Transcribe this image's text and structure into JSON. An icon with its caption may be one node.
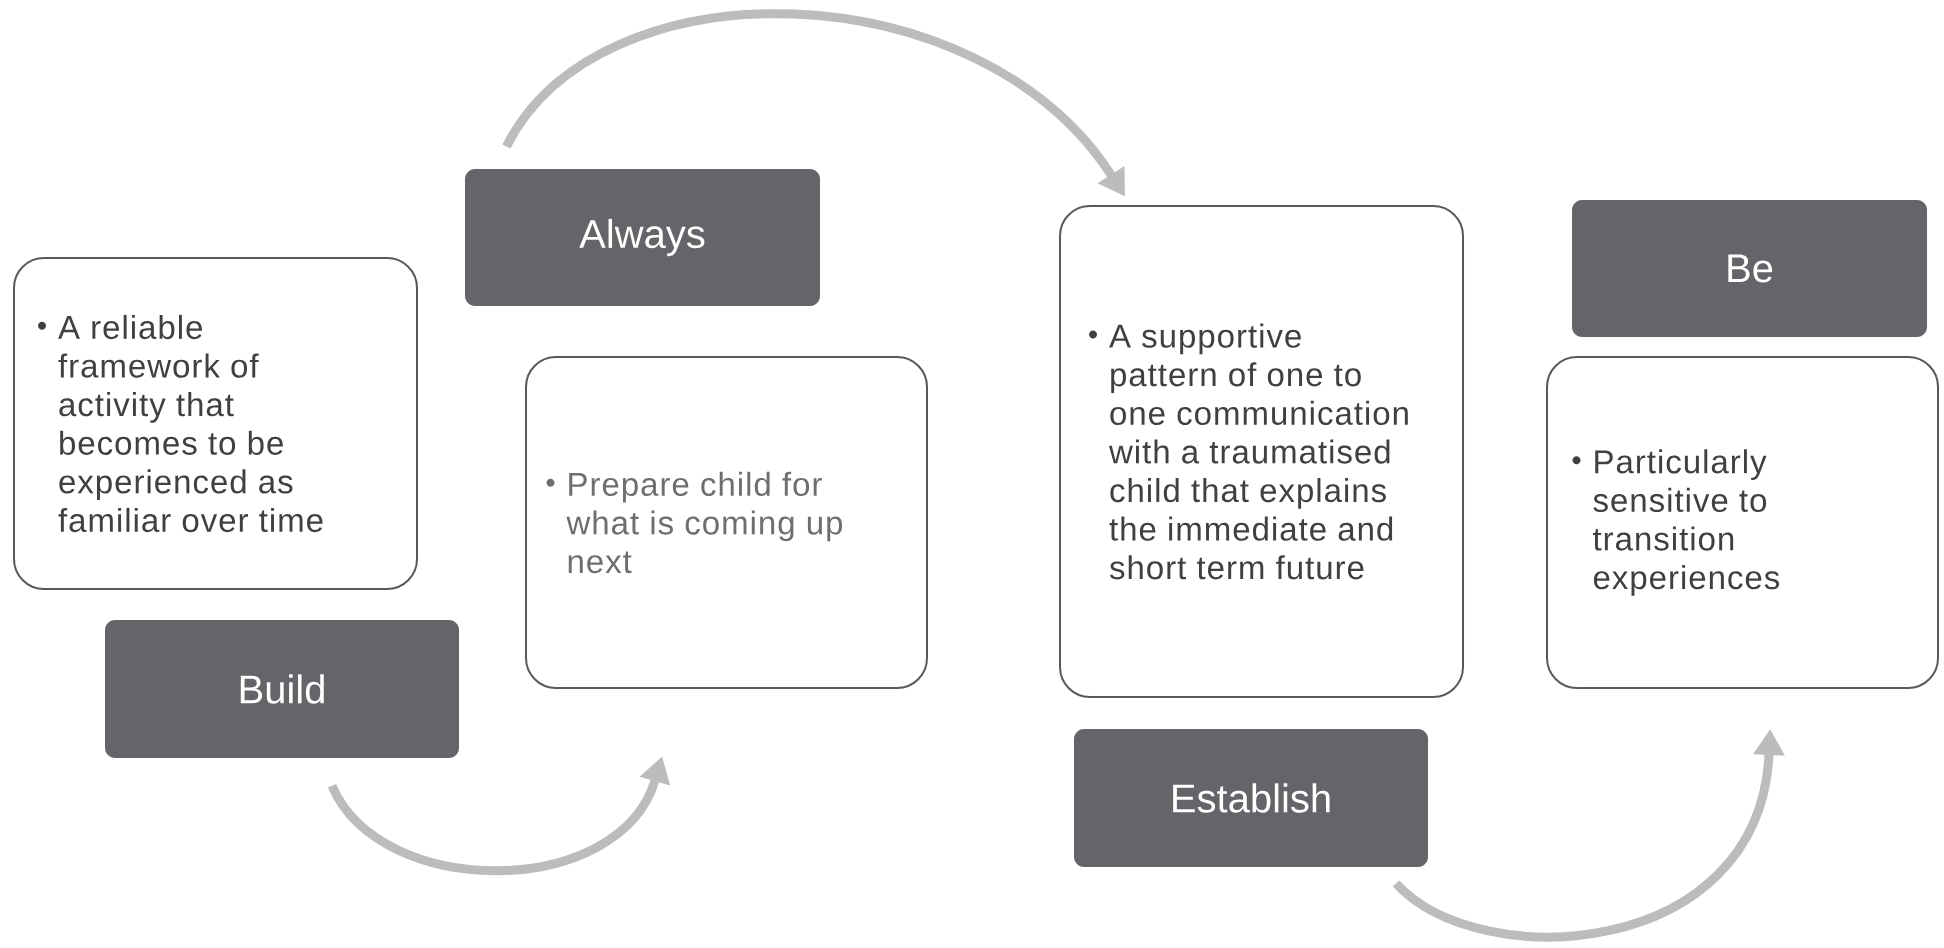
{
  "diagram": {
    "nodes": [
      {
        "text": [
          "A reliable framework of activity that becomes to be experienced as familiar over time"
        ]
      },
      {
        "text": [
          "Build"
        ]
      },
      {
        "text": [
          "Always"
        ]
      },
      {
        "text": [
          "Prepare child for what is coming up next"
        ]
      },
      {
        "text": [
          "A supportive pattern of one to one communication with a traumatised child that explains the immediate and short term future"
        ]
      },
      {
        "text": [
          "Establish"
        ]
      },
      {
        "text": [
          "Be"
        ]
      },
      {
        "text": [
          "Particularly sensitive to transition experiences"
        ]
      }
    ],
    "edges": [
      {
        "from": 1,
        "to": 3,
        "arrow": "to"
      },
      {
        "from": 2,
        "to": 4,
        "arrow": "to"
      },
      {
        "from": 5,
        "to": 7,
        "arrow": "to"
      }
    ]
  }
}
